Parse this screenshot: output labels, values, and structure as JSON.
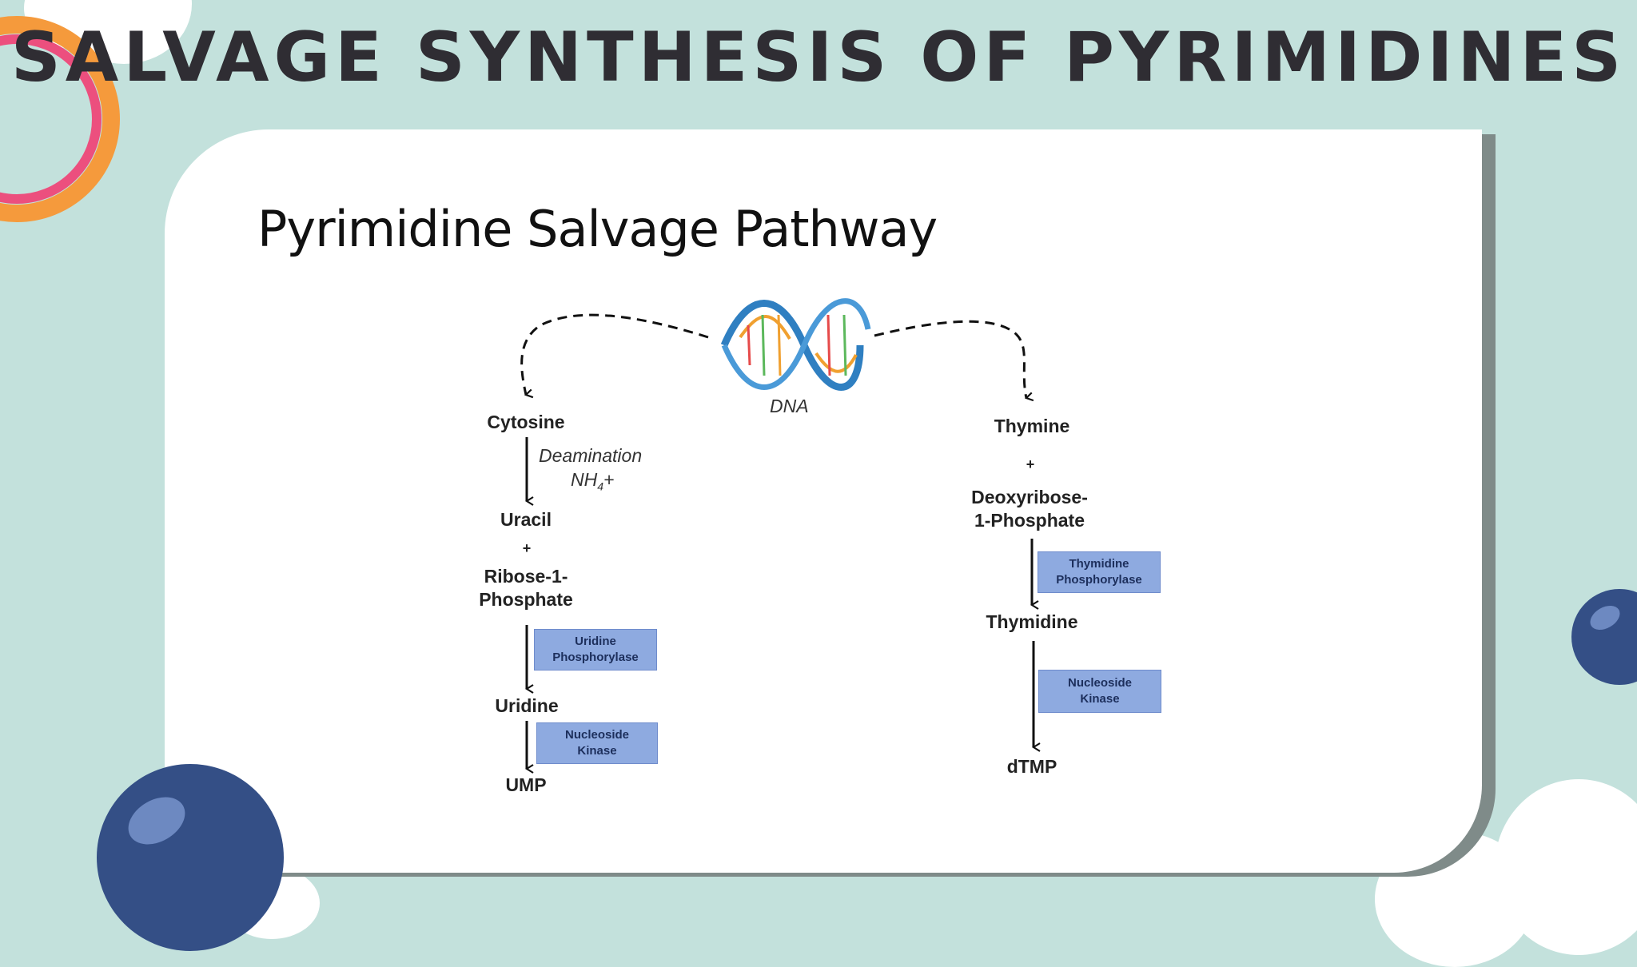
{
  "slide": {
    "title": "SALVAGE SYNTHESIS OF PYRIMIDINES"
  },
  "figure": {
    "title": "Pyrimidine Salvage Pathway",
    "source_label": "DNA",
    "left_branch": {
      "start": "Cytosine",
      "step1_label_line1": "Deamination",
      "step1_label_line2": "NH",
      "step1_label_sub": "4",
      "step1_label_sup": "+",
      "uracil": "Uracil",
      "plus": "+",
      "cofactor_line1": "Ribose-1-",
      "cofactor_line2": "Phosphate",
      "enzyme1_line1": "Uridine",
      "enzyme1_line2": "Phosphorylase",
      "uridine": "Uridine",
      "enzyme2_line1": "Nucleoside",
      "enzyme2_line2": "Kinase",
      "end": "UMP"
    },
    "right_branch": {
      "start": "Thymine",
      "plus": "+",
      "cofactor_line1": "Deoxyribose-",
      "cofactor_line2": "1-Phosphate",
      "enzyme1_line1": "Thymidine",
      "enzyme1_line2": "Phosphorylase",
      "thymidine": "Thymidine",
      "enzyme2_line1": "Nucleoside",
      "enzyme2_line2": "Kinase",
      "end": "dTMP"
    },
    "colors": {
      "enzyme_box": "#8eaae0",
      "dna_blue": "#2f7fc1",
      "dna_orange": "#f0a030"
    }
  },
  "decorations": {
    "ring_colors": [
      "#f59a3c",
      "#ec4f7e"
    ],
    "bubble_color": "#344f86",
    "background": "#c3e1dc"
  }
}
